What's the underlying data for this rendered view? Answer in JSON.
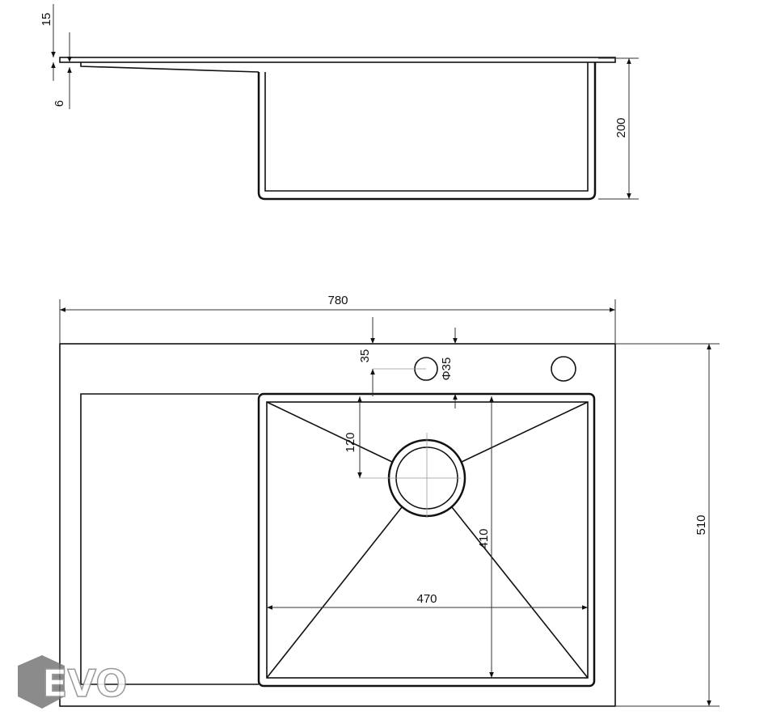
{
  "side_view": {
    "dim_top_thickness": "15",
    "dim_rim": "6",
    "dim_depth": "200"
  },
  "plan_view": {
    "dim_width": "780",
    "dim_height": "510",
    "dim_hole_offset": "35",
    "dim_hole_diameter": "Φ35",
    "dim_drain_offset": "120",
    "dim_bowl_depth": "410",
    "dim_bowl_width": "470"
  },
  "logo": {
    "text": "EVO"
  }
}
